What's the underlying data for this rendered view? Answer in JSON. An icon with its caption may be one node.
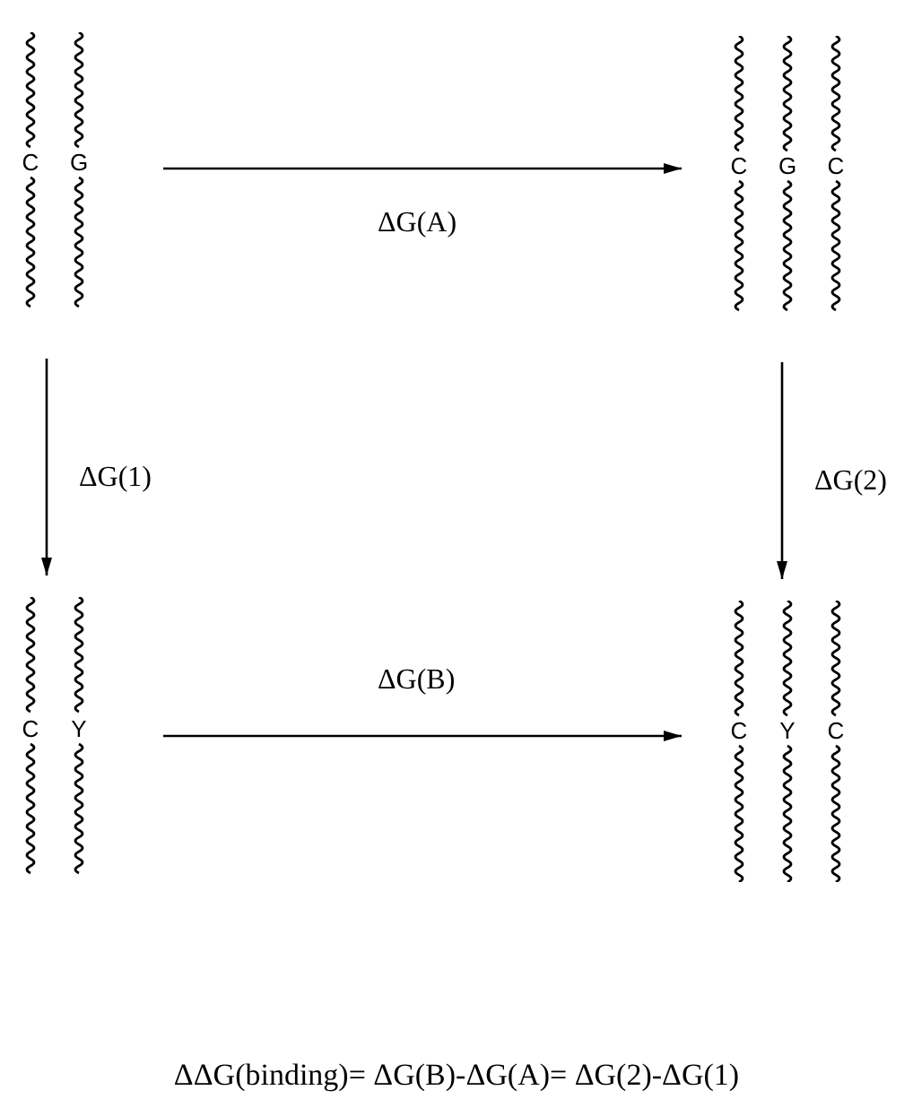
{
  "diagram": {
    "nodes": [
      {
        "text": [
          "C",
          "G"
        ]
      },
      {
        "text": [
          "C",
          "G",
          "C"
        ]
      },
      {
        "text": [
          "C",
          "Y"
        ]
      },
      {
        "text": [
          "C",
          "Y",
          "C"
        ]
      }
    ],
    "edges": [
      {
        "from": 0,
        "to": 1,
        "arrow": "to",
        "label": "ΔG(A)"
      },
      {
        "from": 0,
        "to": 2,
        "arrow": "to",
        "label": "ΔG(1)"
      },
      {
        "from": 1,
        "to": 3,
        "arrow": "to",
        "label": "ΔG(2)"
      },
      {
        "from": 2,
        "to": 3,
        "arrow": "to",
        "label": "ΔG(B)"
      }
    ],
    "caption": "ΔΔG(binding)= ΔG(B)-ΔG(A)= ΔG(2)-ΔG(1)"
  }
}
